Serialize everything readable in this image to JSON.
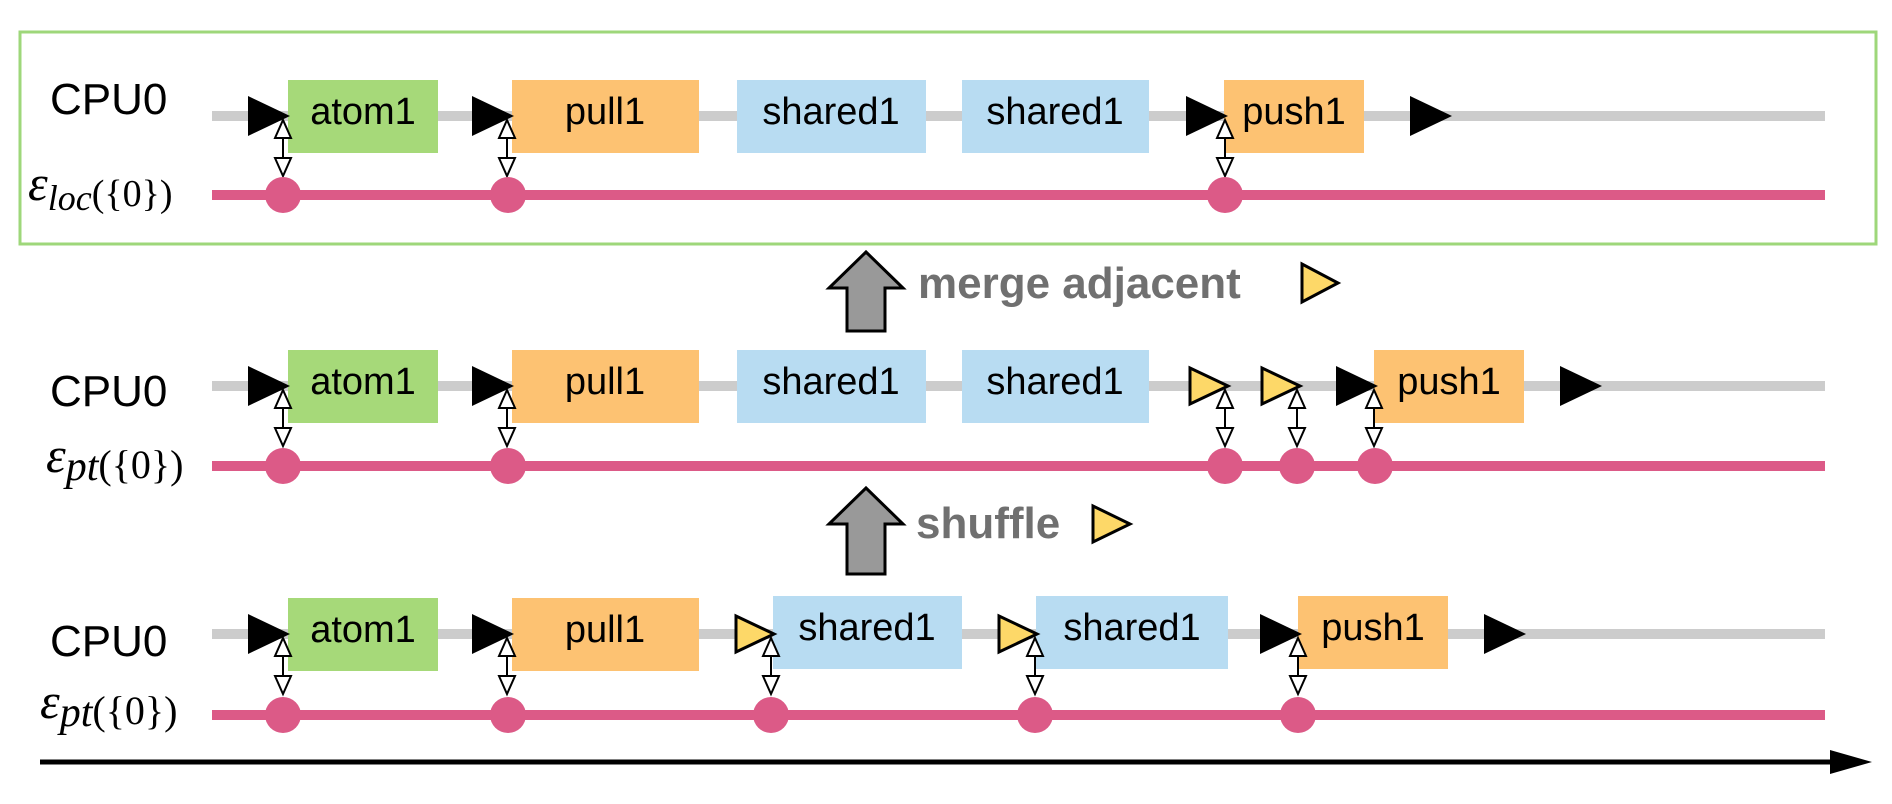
{
  "colors": {
    "timeline_gray": "#cccccc",
    "event_pink": "#dc5a87",
    "atom_green": "#a6d979",
    "pull_orange": "#fdc272",
    "shared_blue": "#b8dcf2",
    "push_orange": "#fdc272",
    "interrupt_yellow": "#fdd868",
    "frame_green": "#9ed77a",
    "caption_gray": "#707070",
    "up_arrow_gray": "#999999"
  },
  "panels": [
    {
      "cpu_label": "CPU0",
      "event_label": {
        "sym": "ε",
        "sub": "loc",
        "arg": "({0})"
      },
      "boxes": [
        {
          "label": "atom1",
          "kind": "atom"
        },
        {
          "label": "pull1",
          "kind": "pull"
        },
        {
          "label": "shared1",
          "kind": "shared"
        },
        {
          "label": "shared1",
          "kind": "shared"
        },
        {
          "label": "push1",
          "kind": "push"
        }
      ],
      "markers": [
        "black",
        "black",
        "black",
        "black"
      ],
      "events": 3
    },
    {
      "cpu_label": "CPU0",
      "event_label": {
        "sym": "ε",
        "sub": "pt",
        "arg": "({0})"
      },
      "boxes": [
        {
          "label": "atom1",
          "kind": "atom"
        },
        {
          "label": "pull1",
          "kind": "pull"
        },
        {
          "label": "shared1",
          "kind": "shared"
        },
        {
          "label": "shared1",
          "kind": "shared"
        },
        {
          "label": "push1",
          "kind": "push"
        }
      ],
      "markers": [
        "black",
        "black",
        "yellow",
        "yellow",
        "black",
        "black"
      ],
      "events": 5
    },
    {
      "cpu_label": "CPU0",
      "event_label": {
        "sym": "ε",
        "sub": "pt",
        "arg": "({0})"
      },
      "boxes": [
        {
          "label": "atom1",
          "kind": "atom"
        },
        {
          "label": "pull1",
          "kind": "pull"
        },
        {
          "label": "shared1",
          "kind": "shared"
        },
        {
          "label": "shared1",
          "kind": "shared"
        },
        {
          "label": "push1",
          "kind": "push"
        }
      ],
      "markers": [
        "black",
        "black",
        "yellow",
        "yellow",
        "black",
        "black"
      ],
      "events": 5
    }
  ],
  "transitions": [
    {
      "label": "merge adjacent",
      "marker": "yellow"
    },
    {
      "label": "shuffle",
      "marker": "yellow"
    }
  ],
  "time_axis": {
    "direction": "right"
  }
}
